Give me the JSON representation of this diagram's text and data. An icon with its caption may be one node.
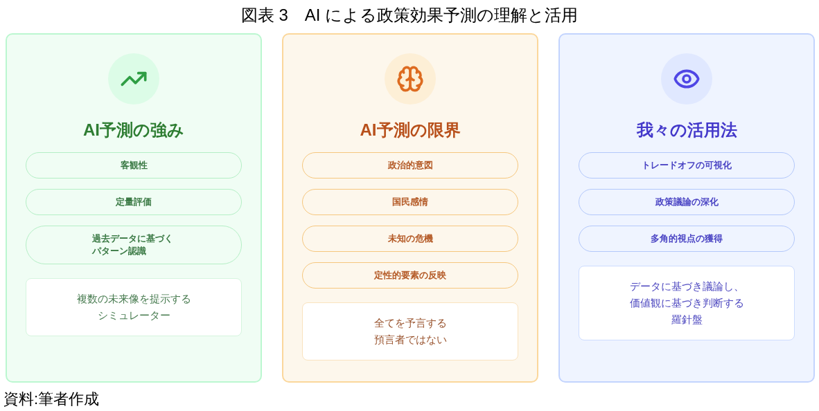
{
  "diagram": {
    "title": "図表 3　AI による政策効果予測の理解と活用",
    "caption": "資料:筆者作成",
    "nodes": [
      {
        "text": [
          "AI予測の強み"
        ]
      },
      {
        "text": [
          "客観性"
        ],
        "in": 0
      },
      {
        "text": [
          "定量評価"
        ],
        "in": 0
      },
      {
        "text": [
          "過去データに基づくパターン認識"
        ],
        "in": 0
      },
      {
        "text": [
          "複数の未来像を提示するシミュレーター"
        ],
        "in": 0
      },
      {
        "text": [
          "AI予測の限界"
        ]
      },
      {
        "text": [
          "政治的意図"
        ],
        "in": 5
      },
      {
        "text": [
          "国民感情"
        ],
        "in": 5
      },
      {
        "text": [
          "未知の危機"
        ],
        "in": 5
      },
      {
        "text": [
          "定性的要素の反映"
        ],
        "in": 5
      },
      {
        "text": [
          "全てを予言する預言者ではない"
        ],
        "in": 5
      },
      {
        "text": [
          "我々の活用法"
        ]
      },
      {
        "text": [
          "トレードオフの可視化"
        ],
        "in": 11
      },
      {
        "text": [
          "政策議論の深化"
        ],
        "in": 11
      },
      {
        "text": [
          "多角的視点の獲得"
        ],
        "in": 11
      },
      {
        "text": [
          "データに基づき議論し、価値観に基づき判断する羅針盤"
        ],
        "in": 11
      }
    ]
  }
}
